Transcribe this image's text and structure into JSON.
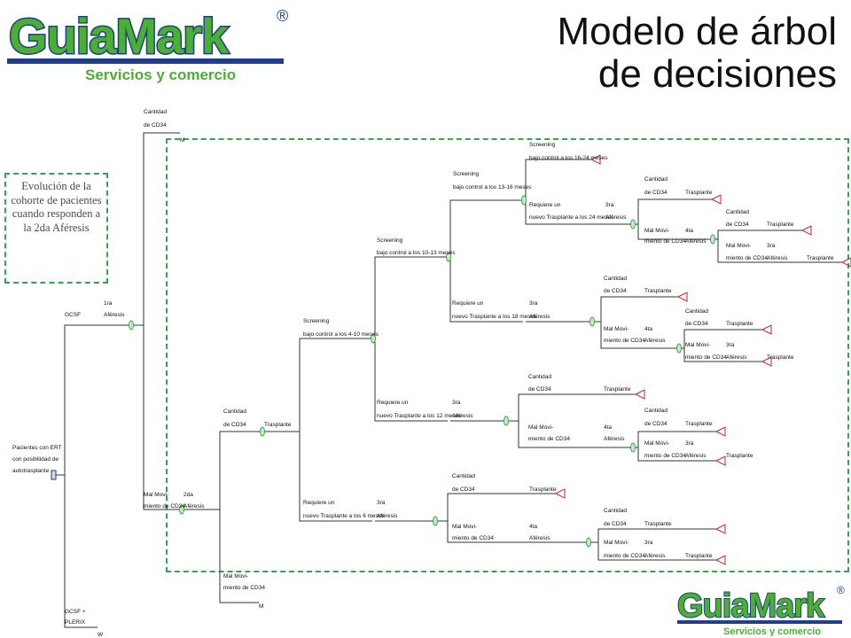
{
  "header": {
    "brand_name": "GuiaMark",
    "brand_tagline": "Servicios y comercio",
    "registered_mark": "®",
    "title_line1": "Modelo de árbol",
    "title_line2": "de decisiones"
  },
  "note": {
    "text": "Evolución de la cohorte de pacientes cuando responden a la 2da Aféresis"
  },
  "footer": {
    "brand_name": "GuiaMark",
    "brand_tagline": "Servicios y comercio",
    "registered_mark": "®"
  },
  "tree": {
    "root": [
      "Pacientes con ERT",
      "con posibilidad de",
      "autotrasplante"
    ],
    "gcsf": "GCSF",
    "gcsf_plerix": [
      "GCSF +",
      "PLERIX"
    ],
    "first_apheresis": [
      "1ra",
      "Aféresis"
    ],
    "second_apheresis": [
      "2da",
      "Aféresis"
    ],
    "third_apheresis": [
      "3ra",
      "Aféresis"
    ],
    "fourth_apheresis": [
      "4ta",
      "Aféresis"
    ],
    "adequate_cd34": [
      "Cantidad",
      "de CD34"
    ],
    "poor_mobilizer": [
      "Mal Movi-",
      "miento de CD34"
    ],
    "transplant": "Trasplante",
    "marker_m": "M",
    "marker_w": "W",
    "rescreen_4_10": [
      "Screening",
      "bajo control a los 4-10 meses"
    ],
    "rescreen_10_13": [
      "Screening",
      "bajo control a los 10-13 meses"
    ],
    "rescreen_13_16": [
      "Screening",
      "bajo control a los 13-16 meses"
    ],
    "rescreen_16_24": [
      "Screening",
      "bajo control a los 16-24 meses"
    ],
    "no_transplant_6": [
      "Requiere un",
      "nuevo Trasplante a los 6 meses"
    ],
    "no_transplant_12": [
      "Requiere un",
      "nuevo Trasplante a los 12 meses"
    ],
    "no_transplant_18": [
      "Requiere un",
      "nuevo Trasplante a los 18 meses"
    ],
    "no_transplant_24": [
      "Requiere un",
      "nuevo Trasplante a los 24 meses"
    ]
  }
}
